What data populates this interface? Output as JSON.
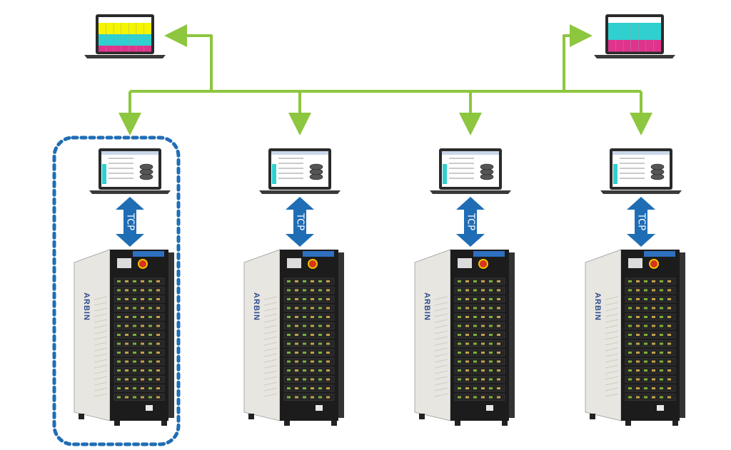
{
  "colors": {
    "network_link": "#8dc63f",
    "tcp_arrow": "#1f6db5",
    "selection_outline": "#1f6db5",
    "laptop_frame": "#2a2a2a",
    "cabinet_body": "#1c1c1c",
    "cabinet_side_panel": "#e8e6e0"
  },
  "icons": {
    "top_client": "laptop-icon",
    "station_pc": "laptop-icon",
    "tester": "battery-tester-cabinet",
    "connection": "double-headed-arrow"
  },
  "monitoring_clients": [
    {
      "screen_bands": [
        "#ffffff",
        "#f5f500",
        "#f5f500",
        "#2fd0d0",
        "#2fd0d0",
        "#e0338c"
      ]
    },
    {
      "screen_bands": [
        "#ffffff",
        "#2fd0d0",
        "#2fd0d0",
        "#2fd0d0",
        "#e0338c",
        "#e0338c"
      ]
    }
  ],
  "stations": [
    {
      "link_label": "TCP",
      "cabinet_brand": "ARBIN",
      "highlighted": true
    },
    {
      "link_label": "TCP",
      "cabinet_brand": "ARBIN",
      "highlighted": false
    },
    {
      "link_label": "TCP",
      "cabinet_brand": "ARBIN",
      "highlighted": false
    },
    {
      "link_label": "TCP",
      "cabinet_brand": "ARBIN",
      "highlighted": false
    }
  ]
}
